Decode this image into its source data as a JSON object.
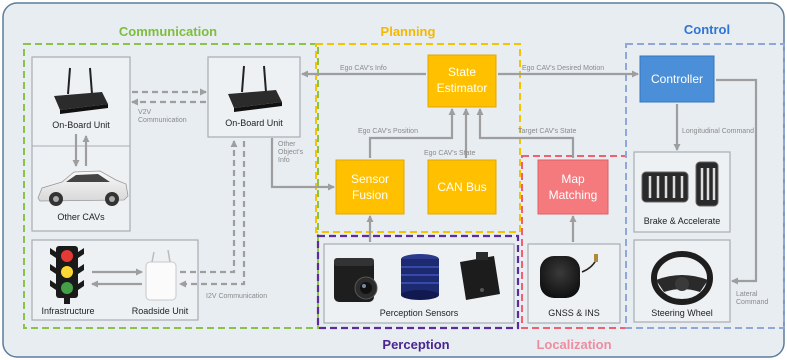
{
  "sections": {
    "communication": "Communication",
    "planning": "Planning",
    "control": "Control",
    "perception": "Perception",
    "localization": "Localization"
  },
  "colors": {
    "communication": "#7DBE3C",
    "planning": "#F5B800",
    "control": "#2E75D6",
    "perception": "#4A2590",
    "localization": "#F08CA0",
    "background": "#E8EDF2",
    "yellow_box": "#FFC000",
    "blue_box": "#4A8FD8",
    "pink_box": "#F47A7E",
    "arrow": "#9E9E9E"
  },
  "boxes": {
    "state_estimator": [
      "State",
      "Estimator"
    ],
    "sensor_fusion": [
      "Sensor",
      "Fusion"
    ],
    "can_bus": "CAN Bus",
    "map_matching": [
      "Map",
      "Matching"
    ],
    "controller": "Controller"
  },
  "devices": {
    "obu_left": "On-Board Unit",
    "obu_right": "On-Board Unit",
    "other_cavs": "Other CAVs",
    "infrastructure": "Infrastructure",
    "roadside_unit": "Roadside Unit",
    "perception_sensors": "Perception Sensors",
    "gnss_ins": "GNSS & INS",
    "brake_accelerate": "Brake & Accelerate",
    "steering_wheel": "Steering Wheel"
  },
  "arrow_labels": {
    "v2v": [
      "V2V",
      "Communication"
    ],
    "i2v": "I2V Communication",
    "other_objects": [
      "Other",
      "Object's",
      "Info"
    ],
    "ego_info": "Ego CAV's Info",
    "ego_position": "Ego CAV's Position",
    "ego_state": "Ego CAV's State",
    "desired_motion": "Ego CAV's Desired Motion",
    "target_state": "Target CAV's State",
    "longitudinal": "Longitudinal Command",
    "lateral": [
      "Lateral",
      "Command"
    ]
  }
}
